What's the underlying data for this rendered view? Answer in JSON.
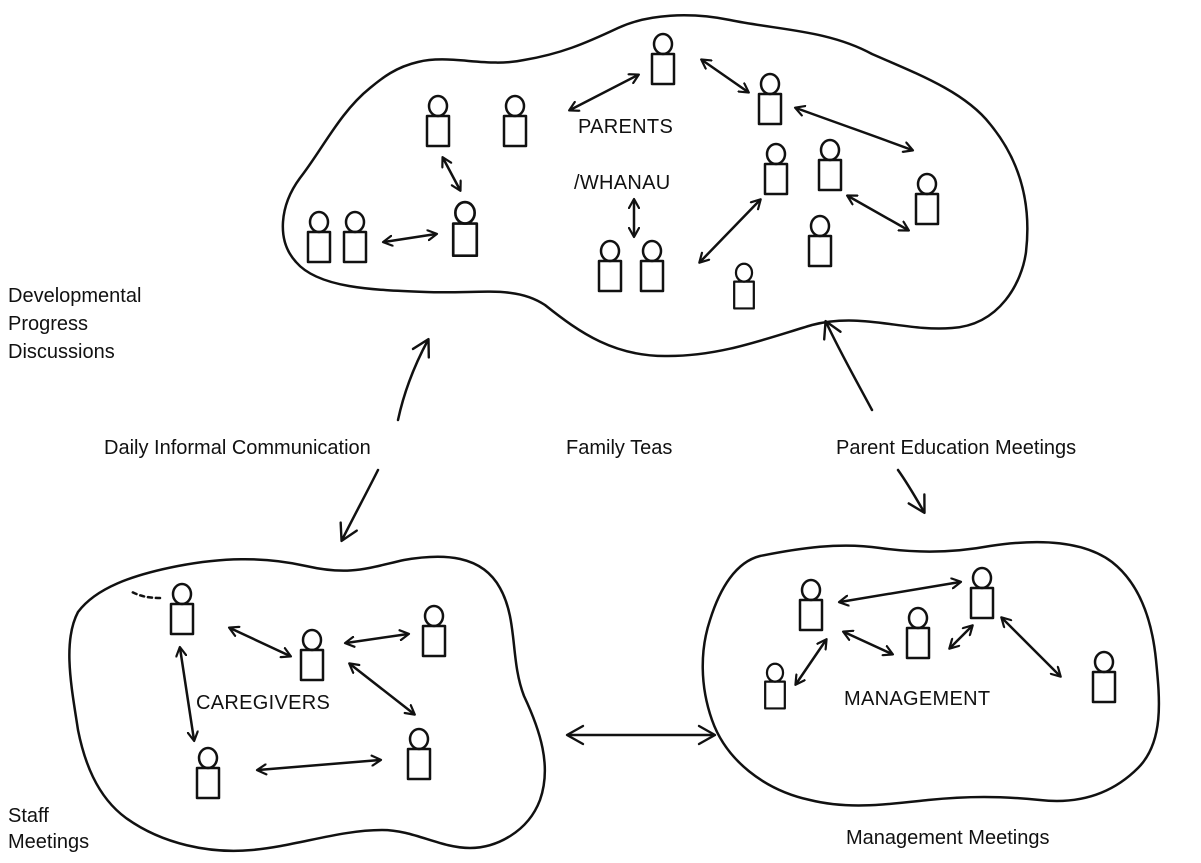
{
  "groups": {
    "parents": {
      "label_line1": "PARENTS",
      "label_line2": "/WHANAU"
    },
    "caregivers": {
      "label": "CAREGIVERS"
    },
    "management": {
      "label": "MANAGEMENT"
    }
  },
  "side_labels": {
    "developmental": [
      "Developmental",
      "Progress",
      "Discussions"
    ],
    "staff": [
      "Staff",
      "Meetings"
    ],
    "management_meetings": "Management Meetings"
  },
  "link_labels": {
    "daily": "Daily Informal Communication",
    "family_teas": "Family Teas",
    "parent_education": "Parent Education Meetings"
  },
  "colors": {
    "ink": "#111111",
    "background": "#ffffff"
  }
}
